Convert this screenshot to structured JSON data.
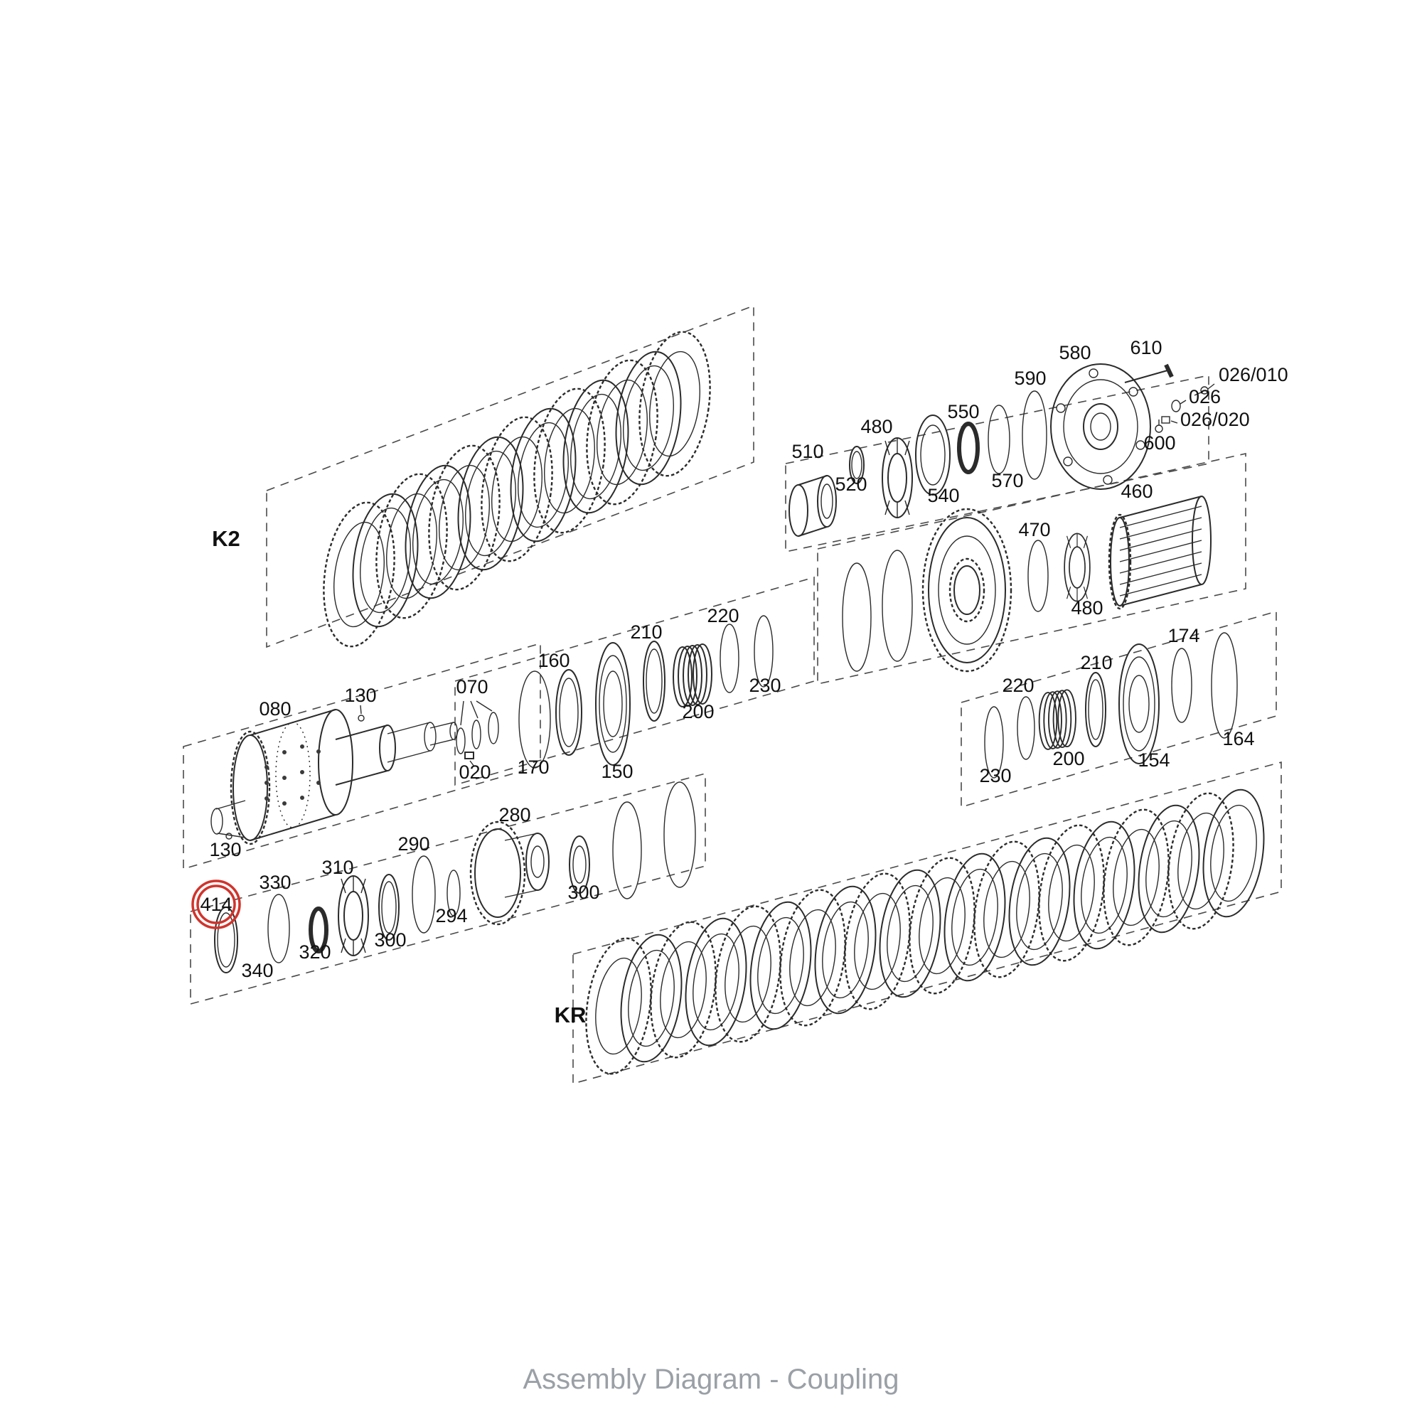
{
  "title": "Assembly Diagram - Coupling",
  "colors": {
    "line": "#2b2b2b",
    "dashed_boundary": "#4a4a4a",
    "highlight_circle": "#d0342c",
    "label_text": "#111111",
    "title_text": "#9aa0a6",
    "background": "#ffffff"
  },
  "assemblies": {
    "k2": "K2",
    "kr": "KR"
  },
  "highlighted_part": "414",
  "parts": {
    "p020": "020",
    "p026": "026",
    "p026_010": "026/010",
    "p026_020": "026/020",
    "p070": "070",
    "p080": "080",
    "p130a": "130",
    "p130b": "130",
    "p150": "150",
    "p154": "154",
    "p160": "160",
    "p164": "164",
    "p170": "170",
    "p174": "174",
    "p200l": "200",
    "p200r": "200",
    "p210l": "210",
    "p210r": "210",
    "p220l": "220",
    "p220r": "220",
    "p230l": "230",
    "p230r": "230",
    "p280": "280",
    "p290": "290",
    "p294": "294",
    "p300a": "300",
    "p300b": "300",
    "p310": "310",
    "p320": "320",
    "p330": "330",
    "p340": "340",
    "p414": "414",
    "p460": "460",
    "p470": "470",
    "p480a": "480",
    "p480b": "480",
    "p510": "510",
    "p520": "520",
    "p540": "540",
    "p550": "550",
    "p570": "570",
    "p580": "580",
    "p590": "590",
    "p600": "600",
    "p610": "610"
  }
}
